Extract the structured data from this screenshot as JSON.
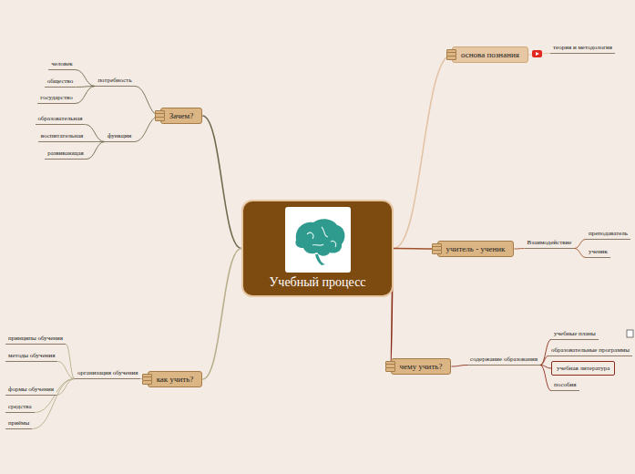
{
  "diagram": {
    "nodes": [
      {
        "text": [
          "Учебный процесс"
        ]
      },
      {
        "text": [
          "Зачем?"
        ]
      },
      {
        "text": [
          "потребность"
        ]
      },
      {
        "text": [
          "человек"
        ]
      },
      {
        "text": [
          "общество"
        ]
      },
      {
        "text": [
          "государство"
        ]
      },
      {
        "text": [
          "функции"
        ]
      },
      {
        "text": [
          "образовательная"
        ]
      },
      {
        "text": [
          "воспитательная"
        ]
      },
      {
        "text": [
          "развивающая"
        ]
      },
      {
        "text": [
          "основа познания"
        ]
      },
      {
        "text": [
          "теория и методология"
        ]
      },
      {
        "text": [
          "учитель - ученик"
        ]
      },
      {
        "text": [
          "Взаимодействие"
        ]
      },
      {
        "text": [
          "преподаватель"
        ]
      },
      {
        "text": [
          "ученик"
        ]
      },
      {
        "text": [
          "чему учить?"
        ]
      },
      {
        "text": [
          "содержание образования"
        ]
      },
      {
        "text": [
          "учебные планы"
        ]
      },
      {
        "text": [
          "образовательные программы"
        ]
      },
      {
        "text": [
          "учебная литература"
        ]
      },
      {
        "text": [
          "пособия"
        ]
      },
      {
        "text": [
          "как учить?"
        ]
      },
      {
        "text": [
          "организация обучения"
        ]
      },
      {
        "text": [
          "принципы обучения"
        ]
      },
      {
        "text": [
          "методы обучения"
        ]
      },
      {
        "text": [
          "формы обучения"
        ]
      },
      {
        "text": [
          "средства"
        ]
      },
      {
        "text": [
          "приёмы"
        ]
      }
    ],
    "edges": [
      {
        "from": 0,
        "to": 1,
        "arrow": "none"
      },
      {
        "from": 1,
        "to": 2,
        "arrow": "none"
      },
      {
        "from": 2,
        "to": 3,
        "arrow": "none"
      },
      {
        "from": 2,
        "to": 4,
        "arrow": "none"
      },
      {
        "from": 2,
        "to": 5,
        "arrow": "none"
      },
      {
        "from": 1,
        "to": 6,
        "arrow": "none"
      },
      {
        "from": 6,
        "to": 7,
        "arrow": "none"
      },
      {
        "from": 6,
        "to": 8,
        "arrow": "none"
      },
      {
        "from": 6,
        "to": 9,
        "arrow": "none"
      },
      {
        "from": 0,
        "to": 10,
        "arrow": "none"
      },
      {
        "from": 10,
        "to": 11,
        "arrow": "none"
      },
      {
        "from": 0,
        "to": 12,
        "arrow": "none"
      },
      {
        "from": 12,
        "to": 13,
        "arrow": "none"
      },
      {
        "from": 13,
        "to": 14,
        "arrow": "none"
      },
      {
        "from": 13,
        "to": 15,
        "arrow": "none"
      },
      {
        "from": 0,
        "to": 16,
        "arrow": "none"
      },
      {
        "from": 16,
        "to": 17,
        "arrow": "none"
      },
      {
        "from": 17,
        "to": 18,
        "arrow": "none"
      },
      {
        "from": 17,
        "to": 19,
        "arrow": "none"
      },
      {
        "from": 17,
        "to": 20,
        "arrow": "none"
      },
      {
        "from": 17,
        "to": 21,
        "arrow": "none"
      },
      {
        "from": 0,
        "to": 22,
        "arrow": "none"
      },
      {
        "from": 22,
        "to": 23,
        "arrow": "none"
      },
      {
        "from": 23,
        "to": 24,
        "arrow": "none"
      },
      {
        "from": 23,
        "to": 25,
        "arrow": "none"
      },
      {
        "from": 23,
        "to": 26,
        "arrow": "none"
      },
      {
        "from": 23,
        "to": 27,
        "arrow": "none"
      },
      {
        "from": 23,
        "to": 28,
        "arrow": "none"
      }
    ]
  }
}
